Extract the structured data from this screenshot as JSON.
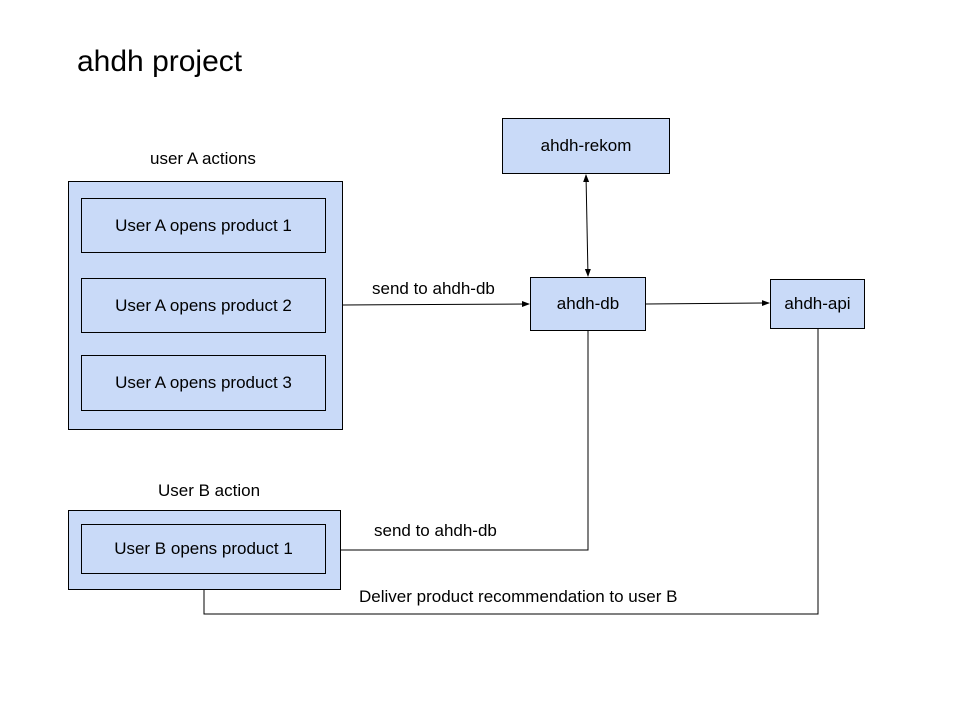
{
  "title": "ahdh project",
  "colors": {
    "box_fill": "#c9daf8",
    "border": "#000000",
    "line": "#000000"
  },
  "user_a_group": {
    "label": "user A actions",
    "items": [
      "User A opens product 1",
      "User A opens product 2",
      "User A opens product 3"
    ]
  },
  "user_b_group": {
    "label": "User B action",
    "items": [
      "User B opens product 1"
    ]
  },
  "nodes": {
    "rekom": "ahdh-rekom",
    "db": "ahdh-db",
    "api": "ahdh-api"
  },
  "edges": {
    "a_to_db": "send to ahdh-db",
    "b_to_db": "send to ahdh-db",
    "api_to_b": "Deliver product recommendation to user B"
  }
}
